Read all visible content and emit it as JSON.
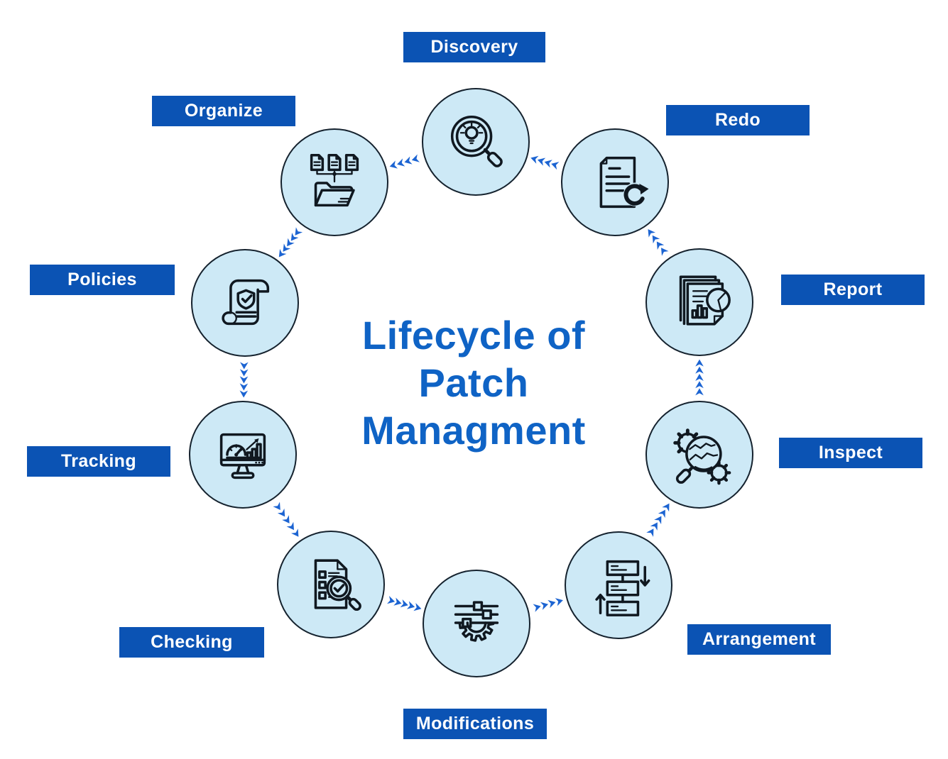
{
  "title": {
    "full": "Lifecycle of Patch Managment",
    "lines": [
      "Lifecycle of",
      "Patch",
      "Managment"
    ]
  },
  "nodes": [
    {
      "id": "discovery",
      "label": "Discovery",
      "icon": "magnifier-lightbulb-icon"
    },
    {
      "id": "organize",
      "label": "Organize",
      "icon": "documents-folder-icon"
    },
    {
      "id": "policies",
      "label": "Policies",
      "icon": "policy-scroll-shield-icon"
    },
    {
      "id": "tracking",
      "label": "Tracking",
      "icon": "monitor-dashboard-icon"
    },
    {
      "id": "checking",
      "label": "Checking",
      "icon": "checklist-magnifier-icon"
    },
    {
      "id": "modifications",
      "label": "Modifications",
      "icon": "sliders-gear-icon"
    },
    {
      "id": "arrangement",
      "label": "Arrangement",
      "icon": "flowchart-sort-icon"
    },
    {
      "id": "inspect",
      "label": "Inspect",
      "icon": "magnifier-globe-gears-icon"
    },
    {
      "id": "report",
      "label": "Report",
      "icon": "report-charts-icon"
    },
    {
      "id": "redo",
      "label": "Redo",
      "icon": "document-redo-icon"
    }
  ],
  "flow": {
    "style": "dashed-chevron-arrows",
    "direction": "counterclockwise",
    "sequence": [
      "Discovery",
      "Organize",
      "Policies",
      "Tracking",
      "Checking",
      "Modifications",
      "Arrangement",
      "Inspect",
      "Report",
      "Redo",
      "Discovery"
    ]
  },
  "colors": {
    "label_bg": "#0B53B4",
    "label_text": "#FFFFFF",
    "title_text": "#0F63C5",
    "circle_fill": "#CDE9F6",
    "circle_border": "#15222E",
    "arrow": "#1C64D2",
    "icon_stroke": "#101820",
    "background": "#FFFFFF"
  }
}
